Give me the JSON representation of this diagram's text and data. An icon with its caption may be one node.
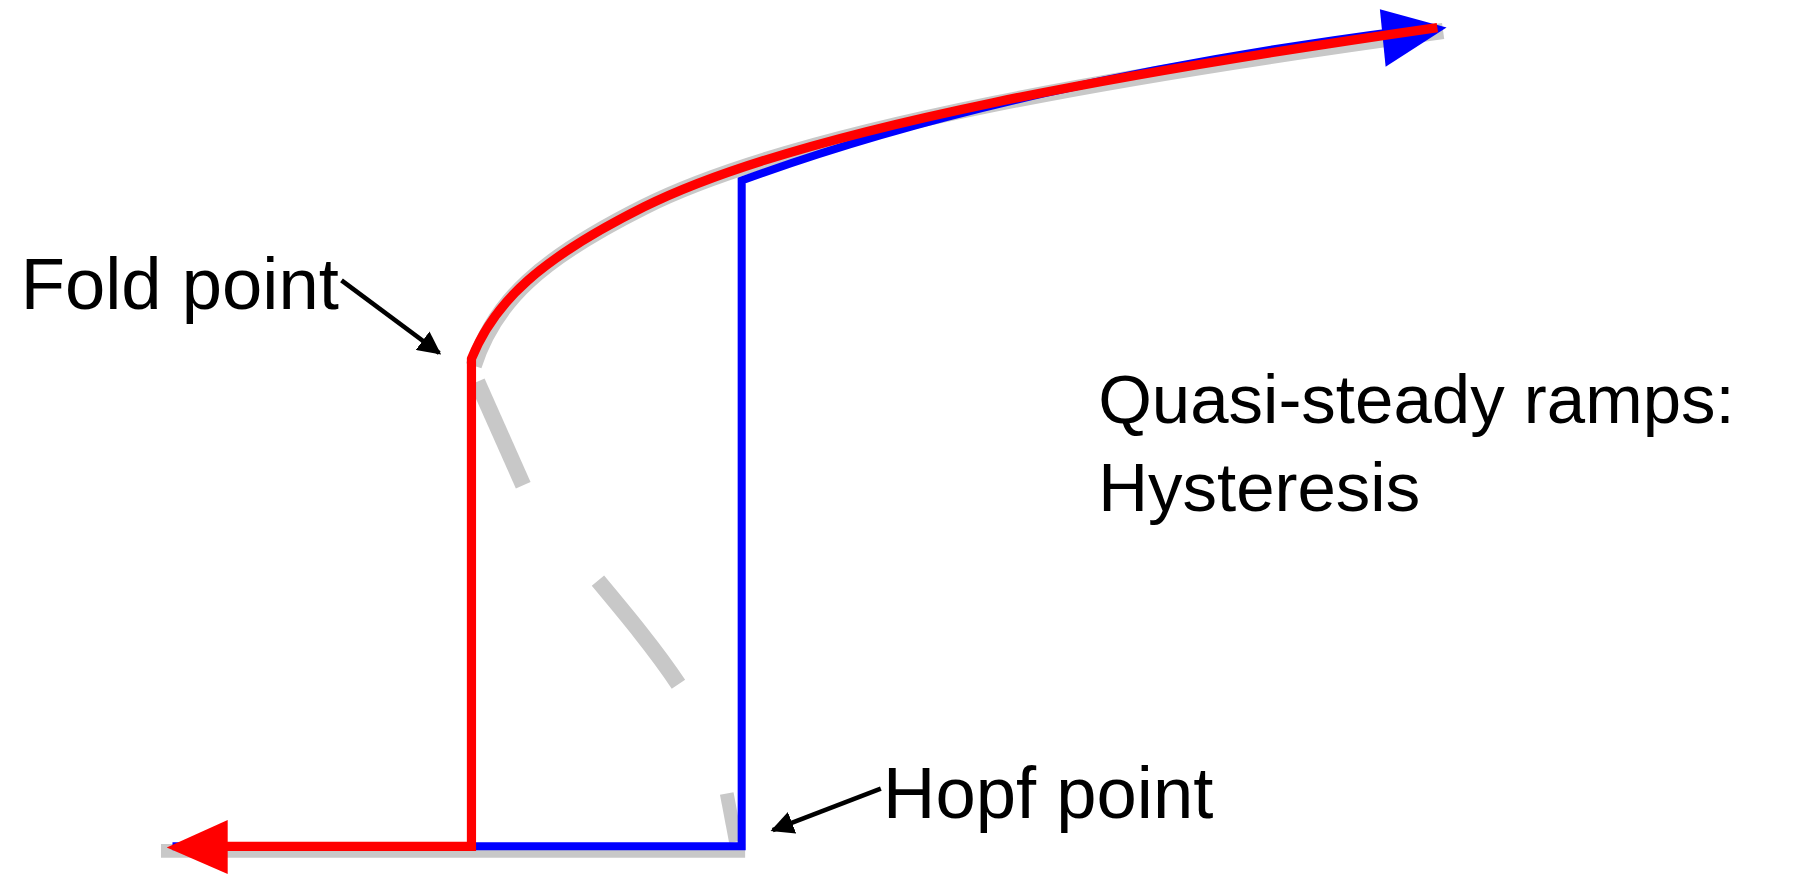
{
  "diagram": {
    "nodes": [
      {
        "text": [
          "Fold point"
        ]
      },
      {
        "text": [
          "Hopf point"
        ]
      }
    ],
    "edges": [
      {
        "from": 0,
        "to": null,
        "arrow": "to"
      },
      {
        "from": 1,
        "to": null,
        "arrow": "to"
      }
    ],
    "labels": [
      "Quasi-steady ramps: Hysteresis"
    ]
  }
}
